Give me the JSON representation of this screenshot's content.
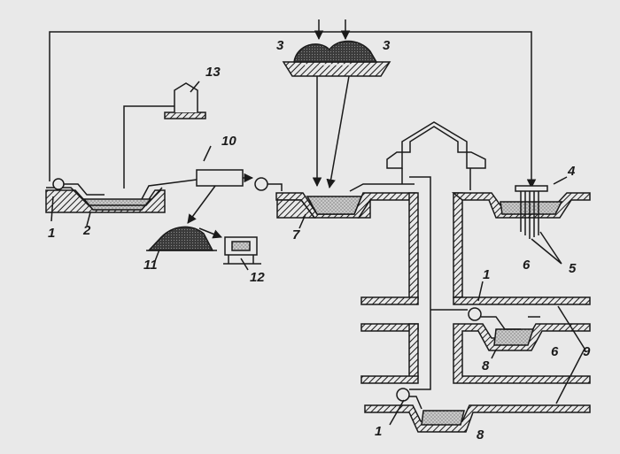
{
  "diagram": {
    "labels": {
      "l1a": "1",
      "l1b": "1",
      "l1c": "1",
      "l2": "2",
      "l3a": "3",
      "l3b": "3",
      "l4": "4",
      "l5": "5",
      "l6a": "6",
      "l6b": "6",
      "l7": "7",
      "l8a": "8",
      "l8b": "8",
      "l9": "9",
      "l10": "10",
      "l11": "11",
      "l12": "12",
      "l13": "13"
    },
    "colors": {
      "background": "#e9e9e9",
      "ink": "#1a1a1a",
      "liquid": "#c9c9c9",
      "dark_fill": "#3a3a3a"
    }
  }
}
